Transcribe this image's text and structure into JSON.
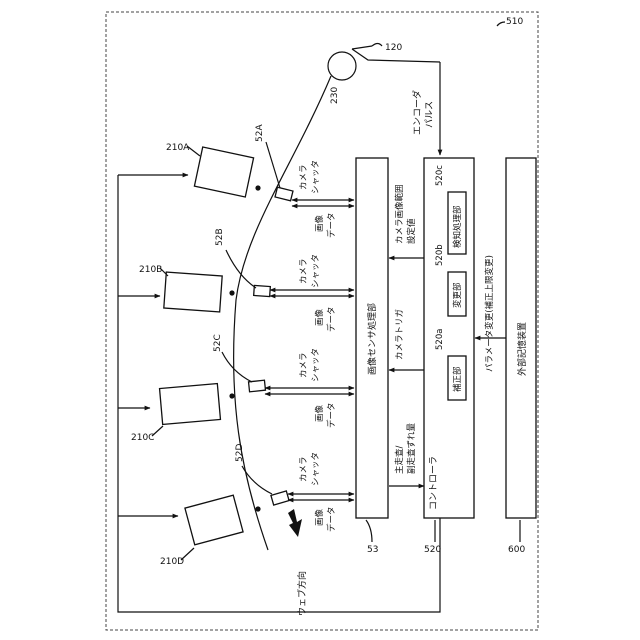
{
  "ref_system": "510",
  "ref_web": "120",
  "ref_roller": "230",
  "ref_sensor_unit": "53",
  "ref_controller": "520",
  "ref_storage": "600",
  "ref_correction": "520a",
  "ref_change": "520b",
  "ref_detection": "520c",
  "cameras": [
    {
      "id": "210A",
      "sensor": "52A"
    },
    {
      "id": "210B",
      "sensor": "52B"
    },
    {
      "id": "210C",
      "sensor": "52C"
    },
    {
      "id": "210D",
      "sensor": "52D"
    }
  ],
  "labels": {
    "camera_shutter_1": "カメラ",
    "camera_shutter_2": "シャッタ",
    "image_data_1": "画像",
    "image_data_2": "データ",
    "image_sensor_processor": "画像センサ処理部",
    "controller": "コントローラ",
    "correction_unit": "補正部",
    "change_unit": "変更部",
    "detection_unit": "検知処理部",
    "external_storage": "外部記憶装置",
    "encoder_pulse_1": "エンコーダ",
    "encoder_pulse_2": "パルス",
    "range_setting_1": "カメラ画像範囲",
    "range_setting_2": "設定値",
    "camera_trigger": "カメラトリガ",
    "scan_shift_1": "主走査/",
    "scan_shift_2": "副走査ずれ量",
    "param_change": "パラメータ変更(補正上限変更)",
    "web_direction": "ウェブ方向"
  }
}
